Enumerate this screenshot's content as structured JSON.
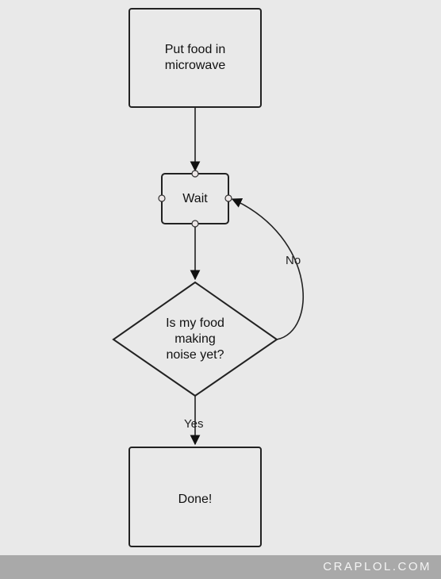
{
  "nodes": {
    "start": {
      "lines": [
        "Put food in",
        "microwave"
      ]
    },
    "wait": {
      "label": "Wait"
    },
    "decision": {
      "lines": [
        "Is my food",
        "making",
        "noise yet?"
      ]
    },
    "end": {
      "label": "Done!"
    }
  },
  "edges": {
    "no_label": "No",
    "yes_label": "Yes"
  },
  "footer": {
    "watermark": "CRAPLOL.COM"
  }
}
